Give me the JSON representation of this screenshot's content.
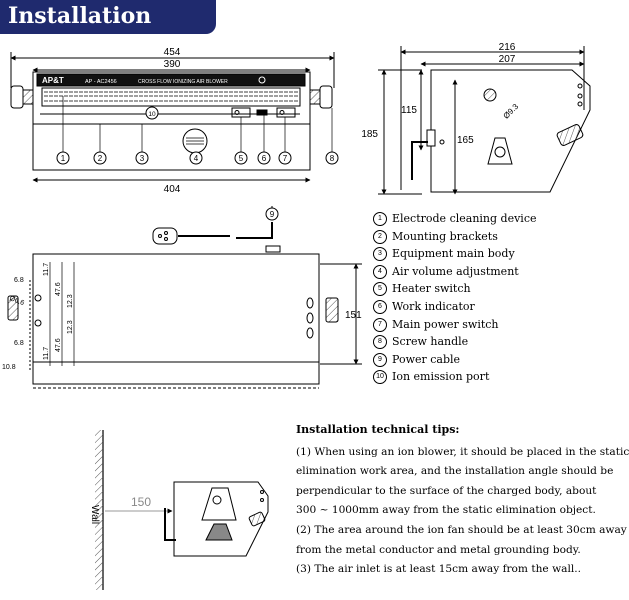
{
  "header": {
    "title": "Installation"
  },
  "front_view": {
    "dim_overall": "454",
    "dim_inner": "390",
    "dim_bottom": "404",
    "brand": "AP&T",
    "model": "AP - AC2456",
    "product_name": "CROSS FLOW IONIZING AIR BLOWER",
    "callouts": [
      "1",
      "2",
      "3",
      "4",
      "5",
      "6",
      "7",
      "8"
    ],
    "port_callout": "10"
  },
  "side_view": {
    "dim_depth": "216",
    "dim_depth_inner": "207",
    "dim_height": "185",
    "dim_partial": "115",
    "dim_inner_height": "165",
    "dim_hole": "Ø9.3"
  },
  "top_view": {
    "cable_callout": "9",
    "dim_width": "151",
    "dims_left": [
      "6.8",
      "Ø6.6",
      "6.8",
      "11.7",
      "47.6",
      "12.3",
      "12.3",
      "47.6",
      "11.7",
      "10.8"
    ]
  },
  "legend": {
    "items": [
      {
        "num": "1",
        "label": "Electrode cleaning device"
      },
      {
        "num": "2",
        "label": "Mounting brackets"
      },
      {
        "num": "3",
        "label": "Equipment main body"
      },
      {
        "num": "4",
        "label": "Air volume adjustment"
      },
      {
        "num": "5",
        "label": "Heater switch"
      },
      {
        "num": "6",
        "label": "Work indicator"
      },
      {
        "num": "7",
        "label": "Main power switch"
      },
      {
        "num": "8",
        "label": "Screw handle"
      },
      {
        "num": "9",
        "label": "Power cable"
      },
      {
        "num": "10",
        "label": "Ion emission port"
      }
    ]
  },
  "wall_view": {
    "wall_label": "Wall",
    "distance": "150"
  },
  "tips": {
    "title": "Installation technical tips:",
    "lines": [
      "(1) When using an ion blower, it should be placed in the static",
      "elimination work area, and the installation angle should be",
      "perpendicular to the surface of the charged body, about",
      "300 ~ 1000mm away from the static elimination object.",
      "(2) The area around the ion fan should be at least 30cm away",
      "from the metal conductor and metal grounding body.",
      "(3) The air inlet is at least 15cm away from the wall.."
    ]
  }
}
